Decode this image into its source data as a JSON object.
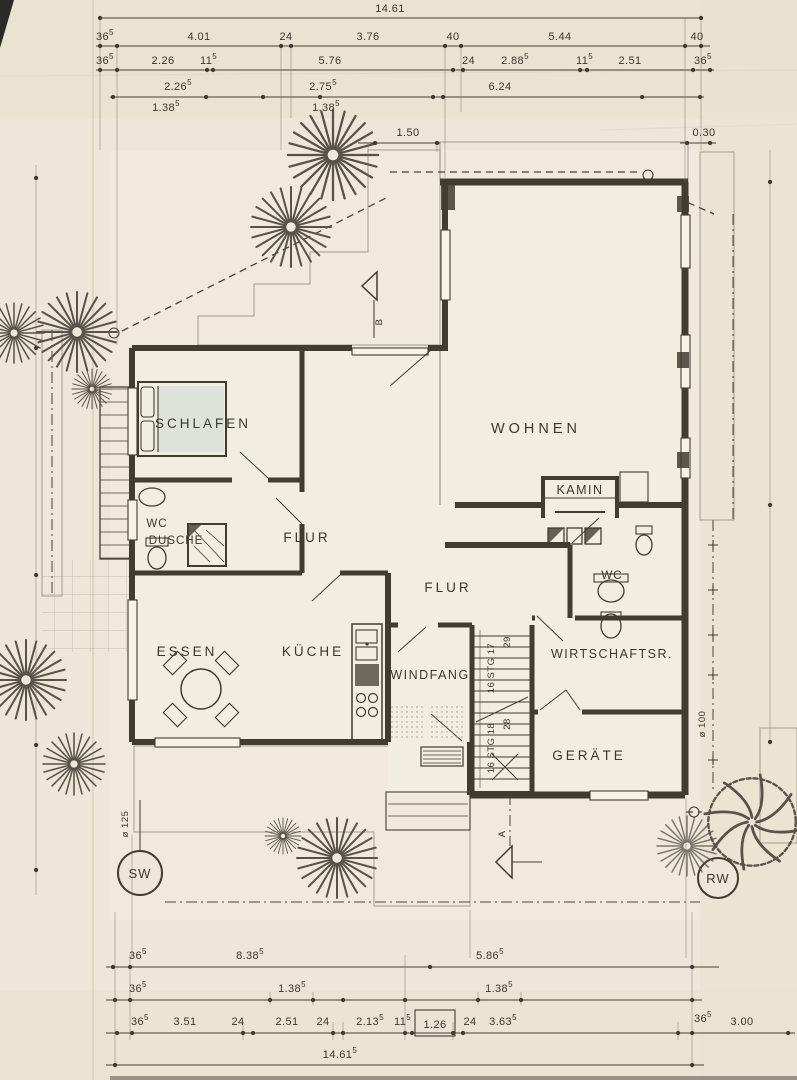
{
  "colors": {
    "paper": "#ece7d8",
    "ink": "#413c31",
    "grid_line": "#8f897a",
    "fixture_fill": "#e7ebde"
  },
  "rooms": {
    "schlafen": "SCHLAFEN",
    "wohnen": "WOHNEN",
    "flur": "FLUR",
    "essen": "ESSEN",
    "kueche": "KÜCHE",
    "windfang": "WINDFANG",
    "wirtschaftsraum": "WIRTSCHAFTSR.",
    "geraete": "GERÄTE",
    "kamin": "KAMIN",
    "wc": "WC",
    "dusche": "DUSCHE"
  },
  "stairs": {
    "upper_run": "16 STG 17",
    "upper_rise": "29",
    "lower_run": "16 STG 18",
    "lower_rise": "28"
  },
  "site": {
    "manhole_sw": "SW",
    "manhole_rw": "RW",
    "pipe_left": "ø 125",
    "pipe_right": "ø 100",
    "section_a": "A",
    "section_b": "B"
  },
  "dims": {
    "sup": "5",
    "top": {
      "total": "14.61",
      "row1": [
        "36",
        "4.01",
        "24",
        "3.76",
        "40",
        "5.44",
        "40"
      ],
      "row2": [
        "36",
        "2.26",
        "11",
        "5.76",
        "24",
        "2.88",
        "11",
        "2.51",
        "36"
      ],
      "row3_upper": [
        "2.26",
        "2.75",
        "6.24"
      ],
      "row3_lower": [
        "1.38",
        "1.38"
      ],
      "offset_terrace": "1.50",
      "offset_eave": "0.30"
    },
    "bottom": {
      "row1": [
        "36",
        "8.38",
        "5.86"
      ],
      "row2": [
        "36",
        "1.38",
        "1.38"
      ],
      "row3": [
        "36",
        "3.51",
        "24",
        "2.51",
        "24",
        "2.13",
        "11",
        "1.26",
        "24",
        "3.63",
        "36",
        "3.00"
      ],
      "total": "14.61"
    }
  }
}
